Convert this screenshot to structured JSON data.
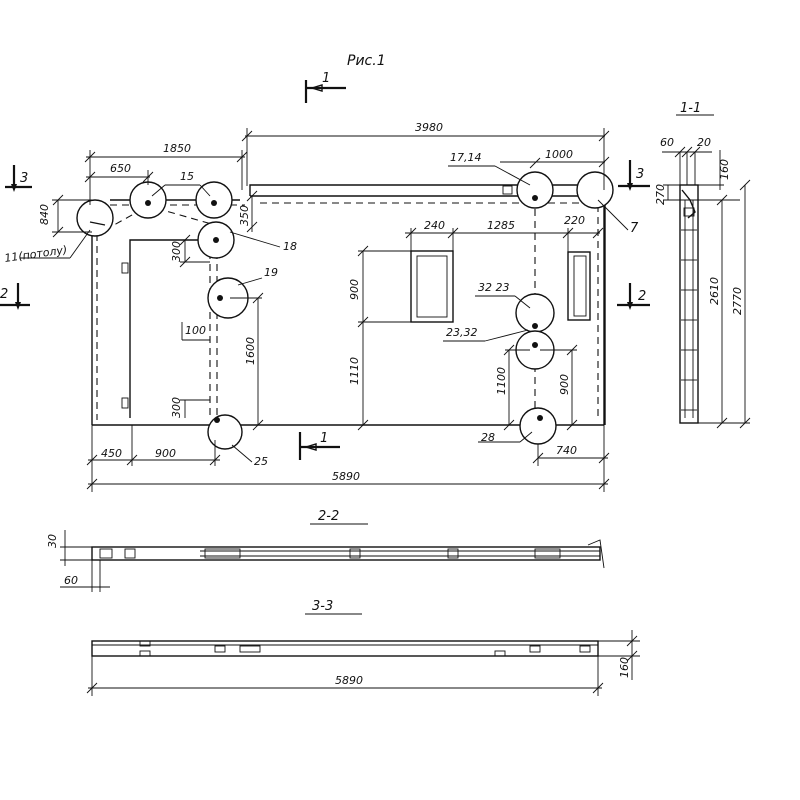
{
  "figure": {
    "title": "Рис.1",
    "sections": {
      "s11": "1-1",
      "s22": "2-2",
      "s33": "3-3"
    },
    "section_marks": {
      "top1": "1",
      "bottom1": "1",
      "left3": "3",
      "right3": "3",
      "left2": "2",
      "right2": "2"
    },
    "dimensions": {
      "d3980": "3980",
      "d1850": "1850",
      "d650": "650",
      "d1000": "1000",
      "d840": "840",
      "d350": "350",
      "d240": "240",
      "d1285": "1285",
      "d220": "220",
      "d300a": "300",
      "d900a": "900",
      "d1110": "1110",
      "d100": "100",
      "d1600": "1600",
      "d300b": "300",
      "d1100": "1100",
      "d900b": "900",
      "d450": "450",
      "d900c": "900",
      "d740": "740",
      "d5890": "5890",
      "d60s": "60",
      "d20s": "20",
      "d160s": "160",
      "d270s": "270",
      "d2610": "2610",
      "d2770": "2770",
      "d30": "30",
      "d60b": "60",
      "d160b": "160",
      "d5890b": "5890"
    },
    "callouts": {
      "c15": "15",
      "c1714": "17,14",
      "c11": "11(потолу)",
      "c18": "18",
      "c19": "19",
      "c7": "7",
      "c3223": "32 23",
      "c2332": "23,32",
      "c25": "25",
      "c28": "28"
    }
  }
}
